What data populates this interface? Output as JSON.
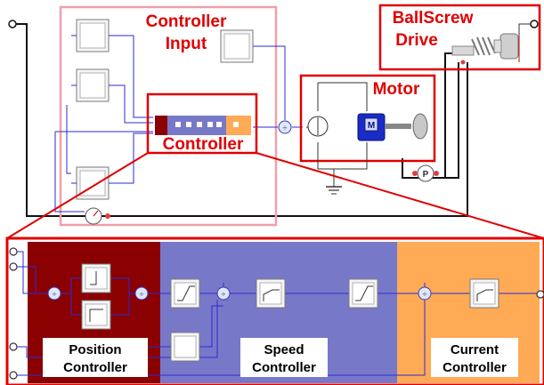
{
  "labels": {
    "controller_input": [
      "Controller",
      "Input"
    ],
    "ballscrew_drive": [
      "BallScrew",
      "Drive"
    ],
    "motor": "Motor",
    "controller": "Controller",
    "position_controller": [
      "Position",
      "Controller"
    ],
    "speed_controller": [
      "Speed",
      "Controller"
    ],
    "current_controller": [
      "Current",
      "Controller"
    ],
    "motor_symbol": "M",
    "sensor_symbol": "P"
  },
  "colors": {
    "highlight_red": "#e00000",
    "input_frame_pink": "#f0a0a8",
    "position_section": "#8b0000",
    "speed_section": "#7878c8",
    "current_section": "#ffaa55",
    "signal_wire": "#2b2bd6"
  }
}
